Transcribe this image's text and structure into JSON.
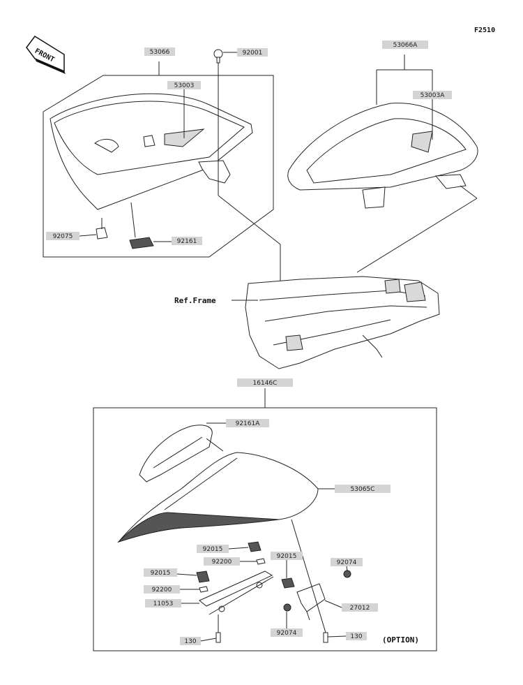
{
  "diagram_code": "F2510",
  "front_label": "FRONT",
  "ref_frame_label": "Ref.Frame",
  "option_label": "(OPTION)",
  "labels": {
    "p53066": "53066",
    "p92001": "92001",
    "p53003": "53003",
    "p92075": "92075",
    "p92161": "92161",
    "p53066A": "53066A",
    "p53003A": "53003A",
    "p16146C": "16146C",
    "p92161A": "92161A",
    "p53065C": "53065C",
    "p92015a": "92015",
    "p92200a": "92200",
    "p92015b": "92015",
    "p92074a": "92074",
    "p92015c": "92015",
    "p92200b": "92200",
    "p11053": "11053",
    "p27012": "27012",
    "p92074b": "92074",
    "p130a": "130",
    "p130b": "130"
  }
}
